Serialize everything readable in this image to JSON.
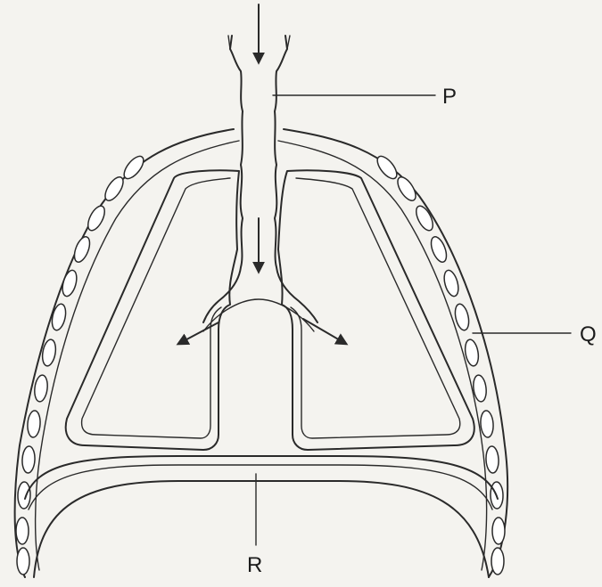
{
  "labels": {
    "p": "P",
    "q": "Q",
    "r": "R"
  },
  "colors": {
    "ink": "#2a2a2a",
    "paper": "#f4f3ef",
    "rib": "#ffffff"
  }
}
